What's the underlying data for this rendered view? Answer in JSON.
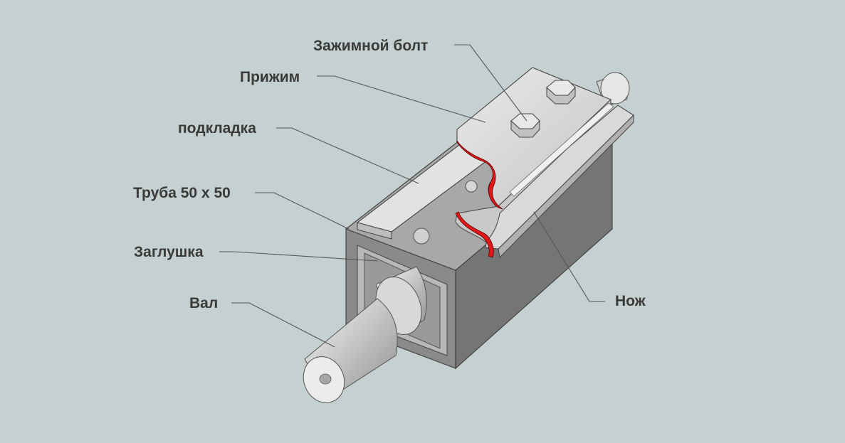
{
  "labels": {
    "clamp_bolt": "Зажимной болт",
    "clamp": "Прижим",
    "spacer": "подкладка",
    "tube": "Труба 50 х 50",
    "plug": "Заглушка",
    "shaft": "Вал",
    "knife": "Нож"
  },
  "colors": {
    "background": "#c5d0d0",
    "cut_section": "#e01818",
    "label_text": "#3a3a3a"
  }
}
